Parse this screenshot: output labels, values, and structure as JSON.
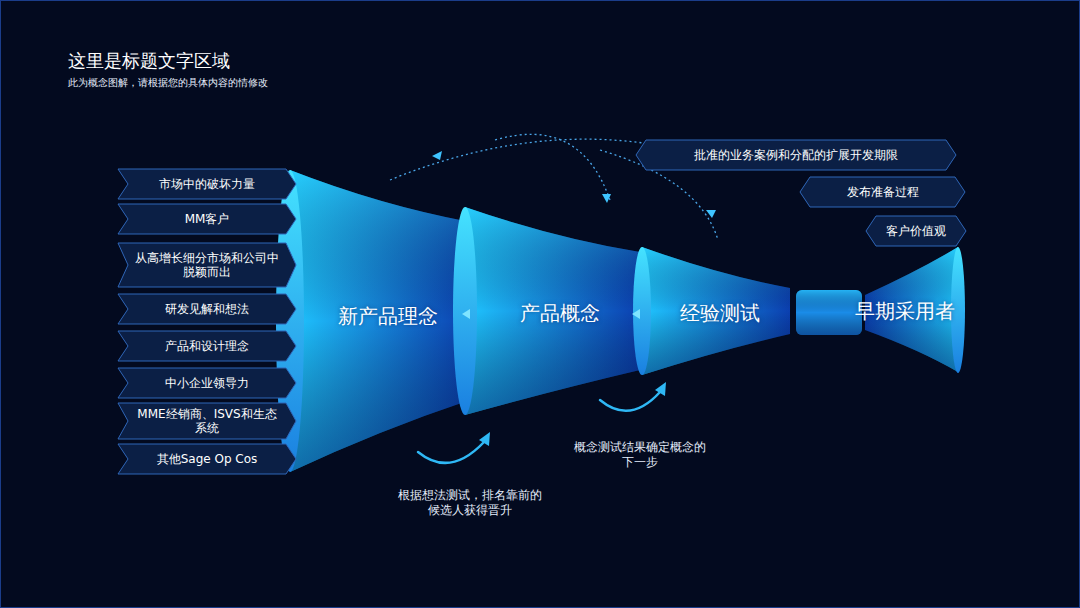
{
  "diagram": {
    "title": "这里是标题文字区域",
    "nodes": [
      {
        "text": [
          "市场中的破坏力量"
        ]
      },
      {
        "text": [
          "MM客户"
        ]
      },
      {
        "text": [
          "从高增长细分市场和公司中脱颖而出"
        ]
      },
      {
        "text": [
          "研发见解和想法"
        ]
      },
      {
        "text": [
          "产品和设计理念"
        ]
      },
      {
        "text": [
          "中小企业领导力"
        ]
      },
      {
        "text": [
          "MME经销商、ISVS和生态系统"
        ]
      },
      {
        "text": [
          "其他Sage Op Cos"
        ]
      },
      {
        "text": [
          "新产品理念"
        ]
      },
      {
        "text": [
          "产品概念"
        ]
      },
      {
        "text": [
          "经验测试"
        ]
      },
      {
        "text": [
          "早期采用者"
        ]
      },
      {
        "text": [
          "批准的业务案例和分配的扩展开发期限"
        ]
      },
      {
        "text": [
          "发布准备过程"
        ]
      },
      {
        "text": [
          "客户价值观"
        ]
      }
    ],
    "labels": [
      "此为概念图解，请根据您的具体内容的情修改",
      "根据想法测试，排名靠前的候选人获得晋升",
      "概念测试结果确定概念的下一步"
    ]
  }
}
